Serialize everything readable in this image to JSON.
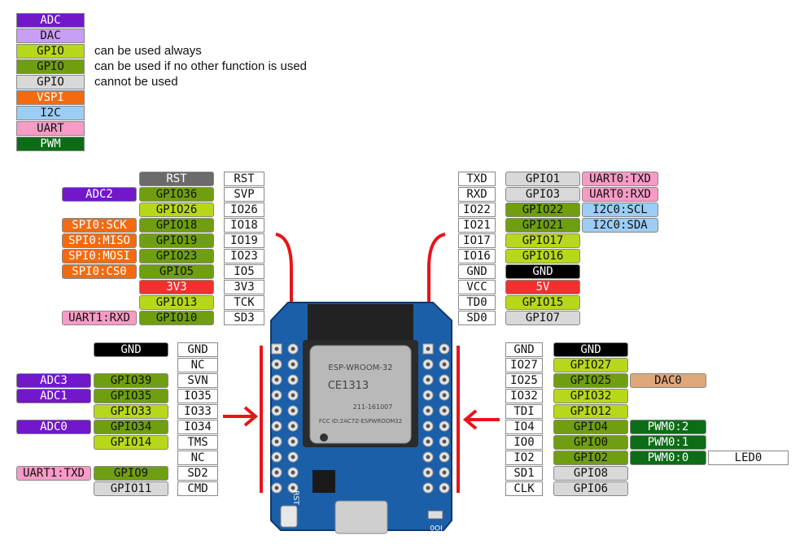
{
  "colors": {
    "adc": "#7217c9",
    "dac": "#c79ef6",
    "gpio_always": "#b7d81a",
    "gpio_maybe": "#6f9f10",
    "gpio_never": "#d8d8d8",
    "vspi": "#f36b0e",
    "i2c": "#9ccdf5",
    "uart": "#f89bc6",
    "pwm": "#0c6d16",
    "gnd": "#000000",
    "power": "#f0312d",
    "rst": "#6b6b6b",
    "dac_out": "#dfa77a",
    "plain": "#ffffff",
    "arrow": "#e8141a",
    "board": "#1b5fa8"
  },
  "legend": [
    {
      "label": "ADC",
      "kind": "adc",
      "desc": ""
    },
    {
      "label": "DAC",
      "kind": "dac",
      "desc": ""
    },
    {
      "label": "GPIO",
      "kind": "gpio_always",
      "desc": "can be used always"
    },
    {
      "label": "GPIO",
      "kind": "gpio_maybe",
      "desc": "can be used if no other function is used"
    },
    {
      "label": "GPIO",
      "kind": "gpio_never",
      "desc": "cannot be used"
    },
    {
      "label": "VSPI",
      "kind": "vspi",
      "desc": ""
    },
    {
      "label": "I2C",
      "kind": "i2c",
      "desc": ""
    },
    {
      "label": "UART",
      "kind": "uart",
      "desc": ""
    },
    {
      "label": "PWM",
      "kind": "pwm",
      "desc": ""
    }
  ],
  "top_left": [
    [
      null,
      {
        "t": "RST",
        "k": "rst"
      },
      {
        "t": "RST",
        "k": "plain"
      }
    ],
    [
      {
        "t": "ADC2",
        "k": "adc"
      },
      {
        "t": "GPIO36",
        "k": "gpio_maybe"
      },
      {
        "t": "SVP",
        "k": "plain"
      }
    ],
    [
      null,
      {
        "t": "GPIO26",
        "k": "gpio_always"
      },
      {
        "t": "IO26",
        "k": "plain"
      }
    ],
    [
      {
        "t": "SPI0:SCK",
        "k": "vspi"
      },
      {
        "t": "GPIO18",
        "k": "gpio_maybe"
      },
      {
        "t": "IO18",
        "k": "plain"
      }
    ],
    [
      {
        "t": "SPI0:MISO",
        "k": "vspi"
      },
      {
        "t": "GPIO19",
        "k": "gpio_maybe"
      },
      {
        "t": "IO19",
        "k": "plain"
      }
    ],
    [
      {
        "t": "SPI0:MOSI",
        "k": "vspi"
      },
      {
        "t": "GPIO23",
        "k": "gpio_maybe"
      },
      {
        "t": "IO23",
        "k": "plain"
      }
    ],
    [
      {
        "t": "SPI0:CS0",
        "k": "vspi"
      },
      {
        "t": "GPIO5",
        "k": "gpio_maybe"
      },
      {
        "t": "IO5",
        "k": "plain"
      }
    ],
    [
      null,
      {
        "t": "3V3",
        "k": "power"
      },
      {
        "t": "3V3",
        "k": "plain"
      }
    ],
    [
      null,
      {
        "t": "GPIO13",
        "k": "gpio_always"
      },
      {
        "t": "TCK",
        "k": "plain"
      }
    ],
    [
      {
        "t": "UART1:RXD",
        "k": "uart"
      },
      {
        "t": "GPIO10",
        "k": "gpio_maybe"
      },
      {
        "t": "SD3",
        "k": "plain"
      }
    ]
  ],
  "top_right": [
    [
      {
        "t": "TXD",
        "k": "plain"
      },
      {
        "t": "GPIO1",
        "k": "gpio_never"
      },
      {
        "t": "UART0:TXD",
        "k": "uart"
      }
    ],
    [
      {
        "t": "RXD",
        "k": "plain"
      },
      {
        "t": "GPIO3",
        "k": "gpio_never"
      },
      {
        "t": "UART0:RXD",
        "k": "uart"
      }
    ],
    [
      {
        "t": "IO22",
        "k": "plain"
      },
      {
        "t": "GPIO22",
        "k": "gpio_maybe"
      },
      {
        "t": "I2C0:SCL",
        "k": "i2c"
      }
    ],
    [
      {
        "t": "IO21",
        "k": "plain"
      },
      {
        "t": "GPIO21",
        "k": "gpio_maybe"
      },
      {
        "t": "I2C0:SDA",
        "k": "i2c"
      }
    ],
    [
      {
        "t": "IO17",
        "k": "plain"
      },
      {
        "t": "GPIO17",
        "k": "gpio_always"
      },
      null
    ],
    [
      {
        "t": "IO16",
        "k": "plain"
      },
      {
        "t": "GPIO16",
        "k": "gpio_always"
      },
      null
    ],
    [
      {
        "t": "GND",
        "k": "plain"
      },
      {
        "t": "GND",
        "k": "gnd"
      },
      null
    ],
    [
      {
        "t": "VCC",
        "k": "plain"
      },
      {
        "t": "5V",
        "k": "power"
      },
      null
    ],
    [
      {
        "t": "TD0",
        "k": "plain"
      },
      {
        "t": "GPIO15",
        "k": "gpio_always"
      },
      null
    ],
    [
      {
        "t": "SD0",
        "k": "plain"
      },
      {
        "t": "GPIO7",
        "k": "gpio_never"
      },
      null
    ]
  ],
  "bottom_left": [
    [
      null,
      {
        "t": "GND",
        "k": "gnd"
      },
      {
        "t": "GND",
        "k": "plain"
      }
    ],
    [
      null,
      null,
      {
        "t": "NC",
        "k": "plain"
      }
    ],
    [
      {
        "t": "ADC3",
        "k": "adc"
      },
      {
        "t": "GPIO39",
        "k": "gpio_maybe"
      },
      {
        "t": "SVN",
        "k": "plain"
      }
    ],
    [
      {
        "t": "ADC1",
        "k": "adc"
      },
      {
        "t": "GPIO35",
        "k": "gpio_maybe"
      },
      {
        "t": "IO35",
        "k": "plain"
      }
    ],
    [
      null,
      {
        "t": "GPIO33",
        "k": "gpio_always"
      },
      {
        "t": "IO33",
        "k": "plain"
      }
    ],
    [
      {
        "t": "ADC0",
        "k": "adc"
      },
      {
        "t": "GPIO34",
        "k": "gpio_maybe"
      },
      {
        "t": "IO34",
        "k": "plain"
      }
    ],
    [
      null,
      {
        "t": "GPIO14",
        "k": "gpio_always"
      },
      {
        "t": "TMS",
        "k": "plain"
      }
    ],
    [
      null,
      null,
      {
        "t": "NC",
        "k": "plain"
      }
    ],
    [
      {
        "t": "UART1:TXD",
        "k": "uart"
      },
      {
        "t": "GPIO9",
        "k": "gpio_maybe"
      },
      {
        "t": "SD2",
        "k": "plain"
      }
    ],
    [
      null,
      {
        "t": "GPIO11",
        "k": "gpio_never"
      },
      {
        "t": "CMD",
        "k": "plain"
      }
    ]
  ],
  "bottom_right": [
    [
      {
        "t": "GND",
        "k": "plain"
      },
      {
        "t": "GND",
        "k": "gnd"
      },
      null,
      null
    ],
    [
      {
        "t": "IO27",
        "k": "plain"
      },
      {
        "t": "GPIO27",
        "k": "gpio_always"
      },
      null,
      null
    ],
    [
      {
        "t": "IO25",
        "k": "plain"
      },
      {
        "t": "GPIO25",
        "k": "gpio_maybe"
      },
      {
        "t": "DAC0",
        "k": "dac_out"
      },
      null
    ],
    [
      {
        "t": "IO32",
        "k": "plain"
      },
      {
        "t": "GPIO32",
        "k": "gpio_always"
      },
      null,
      null
    ],
    [
      {
        "t": "TDI",
        "k": "plain"
      },
      {
        "t": "GPIO12",
        "k": "gpio_always"
      },
      null,
      null
    ],
    [
      {
        "t": "IO4",
        "k": "plain"
      },
      {
        "t": "GPIO4",
        "k": "gpio_maybe"
      },
      {
        "t": "PWM0:2",
        "k": "pwm"
      },
      null
    ],
    [
      {
        "t": "IO0",
        "k": "plain"
      },
      {
        "t": "GPIO0",
        "k": "gpio_maybe"
      },
      {
        "t": "PWM0:1",
        "k": "pwm"
      },
      null
    ],
    [
      {
        "t": "IO2",
        "k": "plain"
      },
      {
        "t": "GPIO2",
        "k": "gpio_maybe"
      },
      {
        "t": "PWM0:0",
        "k": "pwm"
      },
      {
        "t": "LED0",
        "k": "plain"
      }
    ],
    [
      {
        "t": "SD1",
        "k": "plain"
      },
      {
        "t": "GPIO8",
        "k": "gpio_never"
      },
      null,
      null
    ],
    [
      {
        "t": "CLK",
        "k": "plain"
      },
      {
        "t": "GPIO6",
        "k": "gpio_never"
      },
      null,
      null
    ]
  ],
  "board_text": {
    "module_name": "ESP-WROOM-32",
    "ce_mark": "CE1313",
    "cert_id": "211-161007",
    "fcc_id": "FCC ID:2AC7Z-ESPWROOM32",
    "rst_label": "RST",
    "io_label": "IO0"
  }
}
